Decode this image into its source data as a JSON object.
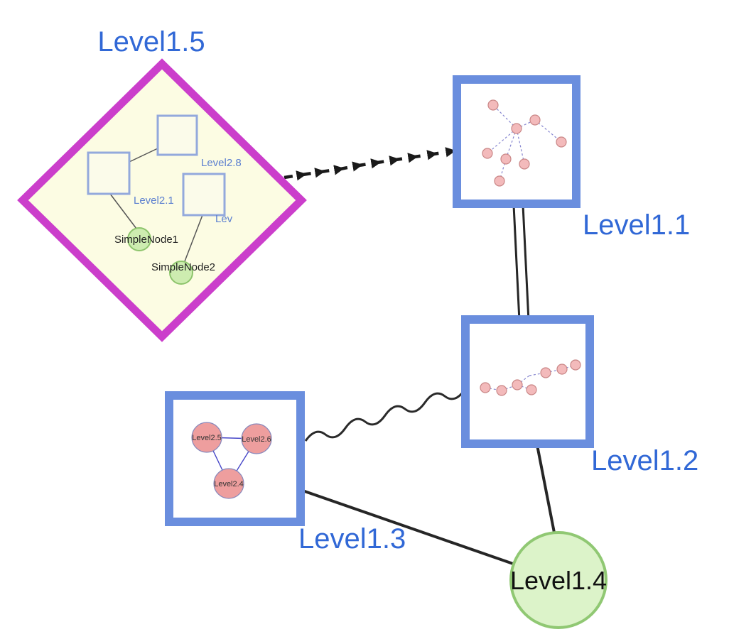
{
  "diagram": {
    "title": "",
    "groups": {
      "level15": {
        "label": "Level1.5",
        "shape": "diamond",
        "inner_squares": [
          {
            "label": "Level2.8"
          },
          {
            "label": "Level2.1"
          },
          {
            "label": "Lev"
          }
        ],
        "inner_nodes": [
          {
            "label": "SimpleNode1"
          },
          {
            "label": "SimpleNode2"
          }
        ]
      },
      "level11": {
        "label": "Level1.1",
        "shape": "square"
      },
      "level12": {
        "label": "Level1.2",
        "shape": "square"
      },
      "level13": {
        "label": "Level1.3",
        "shape": "square",
        "inner_nodes": [
          {
            "label": "Level2.5"
          },
          {
            "label": "Level2.6"
          },
          {
            "label": "Level2.4"
          }
        ]
      },
      "level14": {
        "label": "Level1.4",
        "shape": "circle"
      }
    },
    "edges": [
      {
        "from": "Level1.5",
        "to": "Level1.1",
        "style": "dashed-arrow-train"
      },
      {
        "from": "Level1.1",
        "to": "Level1.2",
        "style": "double-line"
      },
      {
        "from": "Level1.3",
        "to": "Level1.2",
        "style": "wavy"
      },
      {
        "from": "Level1.3",
        "to": "Level1.4",
        "style": "solid"
      },
      {
        "from": "Level1.2",
        "to": "Level1.4",
        "style": "solid"
      }
    ],
    "colors": {
      "group_label_blue": "#3168d6",
      "diamond_border": "#cb3ecb",
      "diamond_fill": "#fcfce3",
      "box_border": "#6a8ede",
      "inner_square_border": "#93a9dc",
      "small_node_fill": "#f3babb",
      "pink_node_fill": "#ee9e9e",
      "green_node_fill": "#cdecb0",
      "big_green_fill": "#dcf3c9",
      "big_green_border": "#90c873",
      "edge_black": "#262626",
      "inner_edge_blue": "#4646c8",
      "dashed_inner_edge": "#8585cf"
    }
  }
}
